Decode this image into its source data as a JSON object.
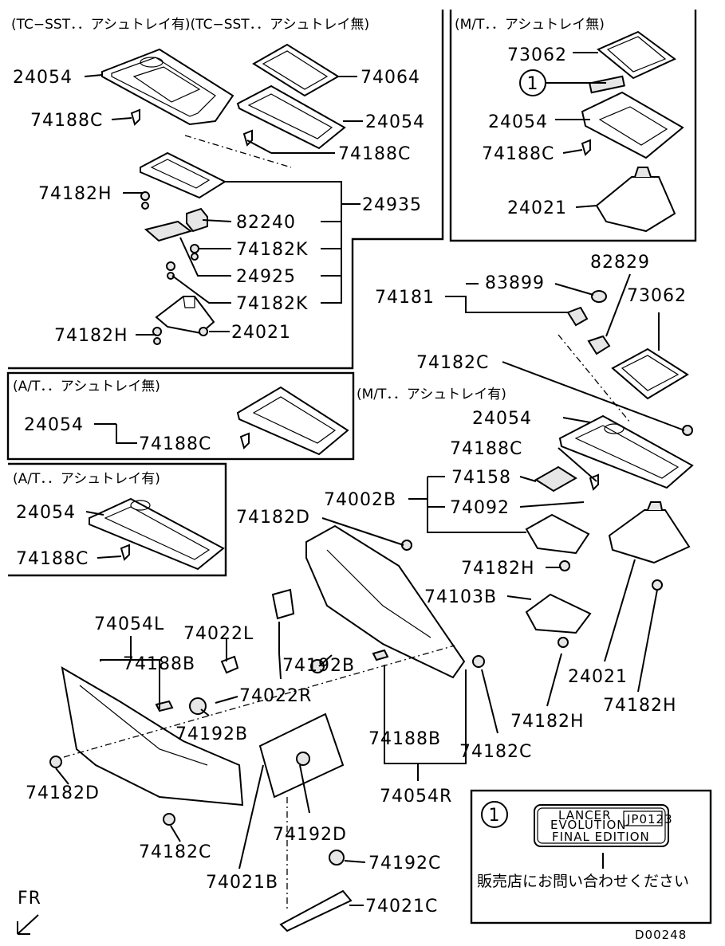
{
  "sections": {
    "tc_sst": "(TC−SST．．アシュトレイ有)(TC−SST．．アシュトレイ無)",
    "mt_no_ashtray": "(M/T．．アシュトレイ無)",
    "at_no_ashtray": "(A/T．．アシュトレイ無)",
    "mt_with_ashtray": "(M/T．．アシュトレイ有)",
    "at_with_ashtray": "(A/T．．アシュトレイ有)"
  },
  "labels": {
    "p24054_a": "24054",
    "p74064": "74064",
    "p74188C_a": "74188C",
    "p24054_b": "24054",
    "p74188C_b": "74188C",
    "p74182H_a": "74182H",
    "p24935": "24935",
    "p82240": "82240",
    "p74182K_a": "74182K",
    "p24925": "24925",
    "p74182K_b": "74182K",
    "p74182H_b": "74182H",
    "p24021_a": "24021",
    "p73062_a": "73062",
    "p24054_c": "24054",
    "p74188C_c": "74188C",
    "p24021_b": "24021",
    "p82829": "82829",
    "p74181": "74181",
    "p83899": "83899",
    "p73062_b": "73062",
    "p74182C_a": "74182C",
    "p24054_d": "24054",
    "p74188C_d": "74188C",
    "p74158": "74158",
    "p74092": "74092",
    "p74002B": "74002B",
    "p74182D_a": "74182D",
    "p74182H_c": "74182H",
    "p74103B": "74103B",
    "p74182H_d": "74182H",
    "p24021_c": "24021",
    "p74182H_e": "74182H",
    "p24054_e": "24054",
    "p74188C_e": "74188C",
    "p24054_f": "24054",
    "p74188C_f": "74188C",
    "p74054L": "74054L",
    "p74022L": "74022L",
    "p74188B_a": "74188B",
    "p74022R": "74022R",
    "p74192B_a": "74192B",
    "p74192B_b": "74192B",
    "p74182D_b": "74182D",
    "p74182C_b": "74182C",
    "p74188B_b": "74188B",
    "p74182C_c": "74182C",
    "p74054R": "74054R",
    "p74192D": "74192D",
    "p74021B": "74021B",
    "p74192C": "74192C",
    "p74021C": "74021C",
    "callout_1a": "1",
    "callout_1b": "1"
  },
  "emblem": {
    "line1": "LANCER",
    "line2": "EVOLUTION",
    "code": "JP0123",
    "line3": "FINAL EDITION"
  },
  "note_text": "販売店にお問い合わせください",
  "front_marker": "FR",
  "diagram_id": "D00248"
}
